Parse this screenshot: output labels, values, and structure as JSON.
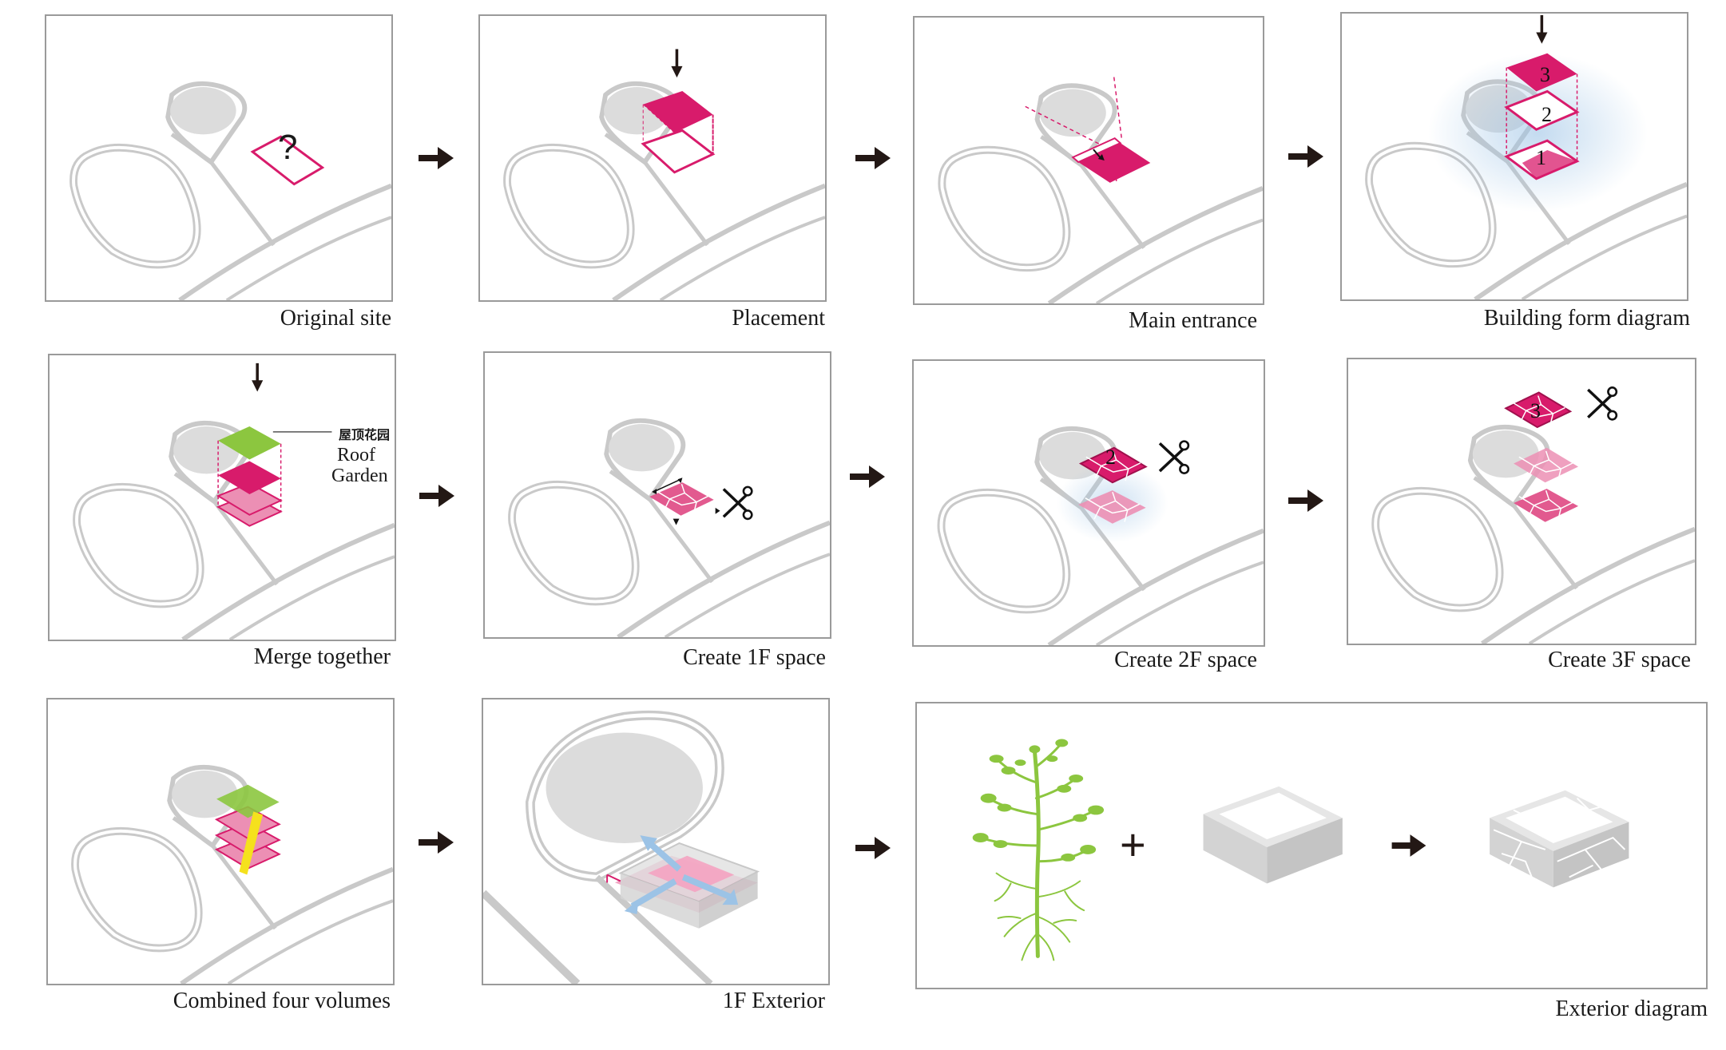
{
  "captions": {
    "p1": "Original site",
    "p2": "Placement",
    "p3": "Main entrance",
    "p4": "Building form diagram",
    "p5": "Merge together",
    "p6": "Create 1F space",
    "p7": "Create 2F space",
    "p8": "Create 3F space",
    "p9": "Combined four volumes",
    "p10": "1F Exterior",
    "p11": "Exterior diagram"
  },
  "annotations": {
    "question_mark": "?",
    "roof_garden_cn": "屋顶花园",
    "roof_garden_line1": "Roof",
    "roof_garden_line2": "Garden",
    "floor_1": "1",
    "floor_2": "2",
    "floor_3": "3",
    "plus": "+"
  },
  "colors": {
    "magenta": "#d81b6b",
    "pink_light": "#ec8fb4",
    "green": "#8cc63f",
    "yellow": "#f5e11d",
    "gray_fill": "#dcdcdc",
    "outline": "#c9c9c9",
    "arrow": "#231815",
    "blue": "#9cc3e6"
  },
  "icons": [
    "down-arrow-icon",
    "scissors-icon",
    "right-arrow-icon",
    "plant-icon",
    "box-icon"
  ]
}
